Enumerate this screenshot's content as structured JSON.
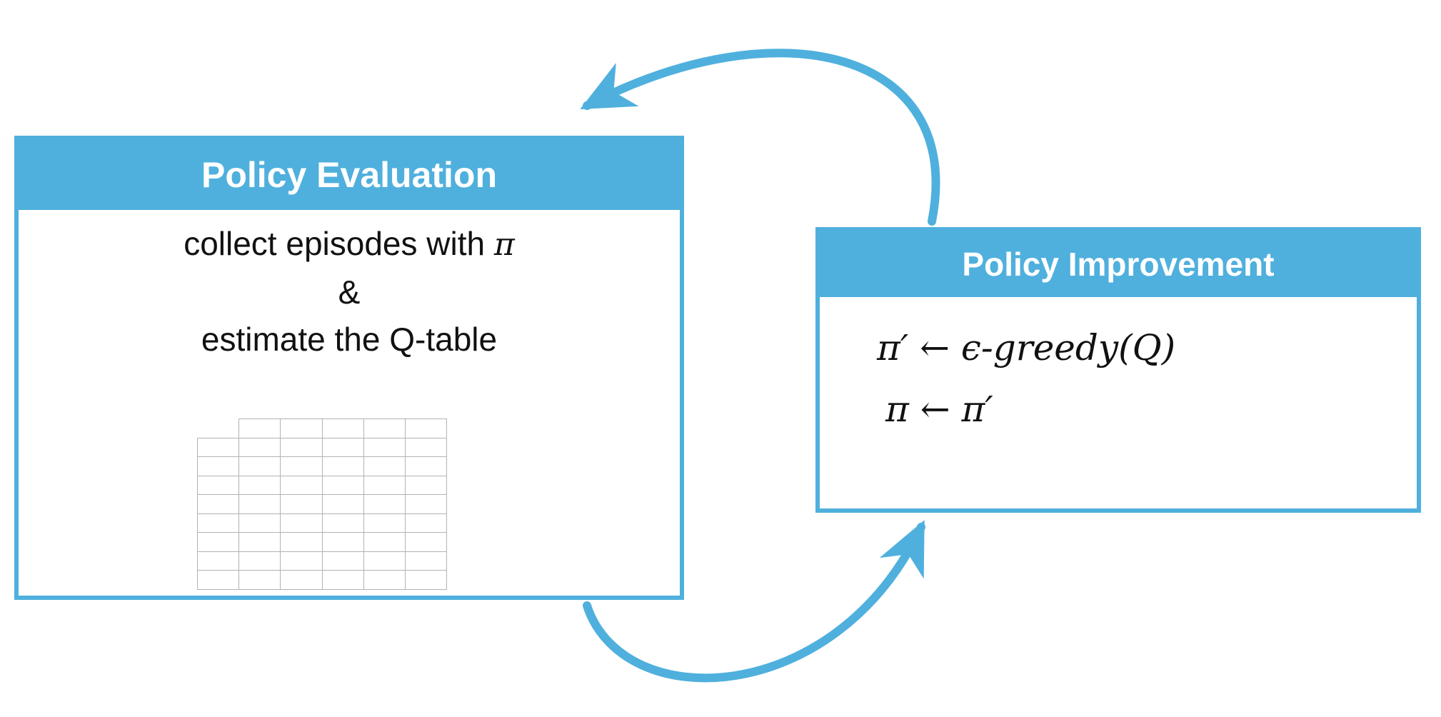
{
  "colors": {
    "accent": "#4fb0dd",
    "grid_line": "#b3b3b3",
    "text": "#111111"
  },
  "left_box": {
    "title": "Policy Evaluation",
    "line1_text": "collect episodes with ",
    "line1_math": "π",
    "line2": "&",
    "line3": "estimate the Q-table"
  },
  "right_box": {
    "title": "Policy Improvement",
    "formula1": "π′ ← ϵ-greedy(Q)",
    "formula2": "π ← π′"
  },
  "q_table": {
    "rows": 9,
    "cols": 6
  },
  "arrows": [
    {
      "name": "improvement-to-evaluation",
      "direction": "right-box-top to left-box-top"
    },
    {
      "name": "evaluation-to-improvement",
      "direction": "left-box-bottom to right-box-bottom"
    }
  ]
}
